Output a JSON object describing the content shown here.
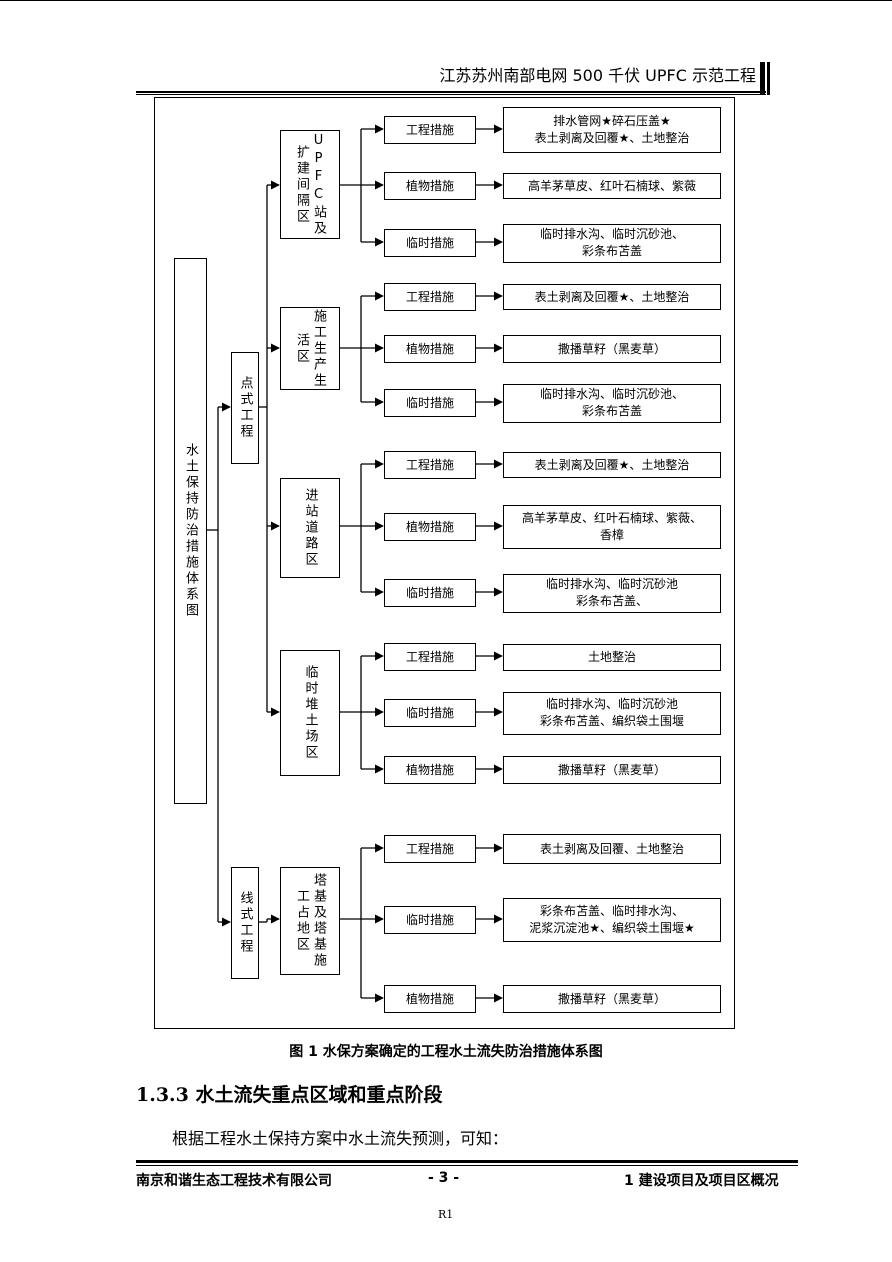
{
  "header": {
    "title": "江苏苏州南部电网 500 千伏 UPFC 示范工程"
  },
  "diagram": {
    "root": "水土保持防治措施体系图",
    "branches": [
      {
        "label": "点式工程",
        "areas": [
          {
            "label": "UPFC站及扩建间隔区",
            "measures": [
              {
                "type": "工程措施",
                "content": "排水管网★碎石压盖★\n表土剥离及回覆★、土地整治"
              },
              {
                "type": "植物措施",
                "content": "高羊茅草皮、红叶石楠球、紫薇"
              },
              {
                "type": "临时措施",
                "content": "临时排水沟、临时沉砂池、\n彩条布苫盖"
              }
            ]
          },
          {
            "label": "施工生产生活区",
            "measures": [
              {
                "type": "工程措施",
                "content": "表土剥离及回覆★、土地整治"
              },
              {
                "type": "植物措施",
                "content": "撒播草籽（黑麦草）"
              },
              {
                "type": "临时措施",
                "content": "临时排水沟、临时沉砂池、\n彩条布苫盖"
              }
            ]
          },
          {
            "label": "进站道路区",
            "measures": [
              {
                "type": "工程措施",
                "content": "表土剥离及回覆★、土地整治"
              },
              {
                "type": "植物措施",
                "content": "高羊茅草皮、红叶石楠球、紫薇、\n香樟"
              },
              {
                "type": "临时措施",
                "content": "临时排水沟、临时沉砂池\n彩条布苫盖、"
              }
            ]
          },
          {
            "label": "临时堆土场区",
            "measures": [
              {
                "type": "工程措施",
                "content": "土地整治"
              },
              {
                "type": "临时措施",
                "content": "临时排水沟、临时沉砂池\n彩条布苫盖、编织袋土围堰"
              },
              {
                "type": "植物措施",
                "content": "撒播草籽（黑麦草）"
              }
            ]
          }
        ]
      },
      {
        "label": "线式工程",
        "areas": [
          {
            "label": "塔基及塔基施工占地区",
            "measures": [
              {
                "type": "工程措施",
                "content": "表土剥离及回覆、土地整治"
              },
              {
                "type": "临时措施",
                "content": "彩条布苫盖、临时排水沟、\n泥浆沉淀池★、编织袋土围堰★"
              },
              {
                "type": "植物措施",
                "content": "撒播草籽（黑麦草）"
              }
            ]
          }
        ]
      }
    ]
  },
  "caption": "图 1  水保方案确定的工程水土流失防治措施体系图",
  "section_heading": "1.3.3 水土流失重点区域和重点阶段",
  "paragraph": "根据工程水土保持方案中水土流失预测，可知：",
  "footer": {
    "company": "南京和谐生态工程技术有限公司",
    "page": "- 3 -",
    "chapter": "1  建设项目及项目区概况"
  },
  "mark": "R1"
}
